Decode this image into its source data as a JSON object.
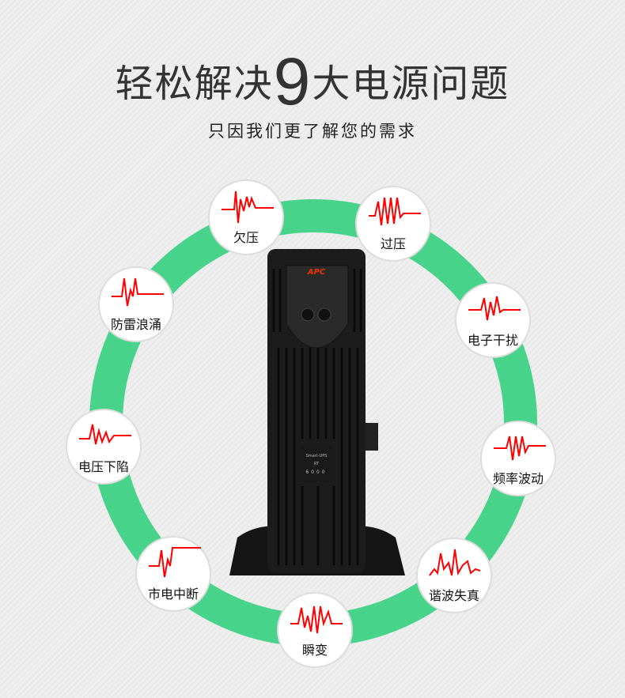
{
  "title": {
    "before": "轻松解决",
    "number": "9",
    "after": "大电源问题"
  },
  "subtitle": "只因我们更了解您的需求",
  "colors": {
    "ring": "#47d38a",
    "wave": "#ff0000",
    "text": "#333333"
  },
  "problems": [
    {
      "label": "欠压"
    },
    {
      "label": "过压"
    },
    {
      "label": "电子干扰"
    },
    {
      "label": "频率波动"
    },
    {
      "label": "谐波失真"
    },
    {
      "label": "瞬变"
    },
    {
      "label": "市电中断"
    },
    {
      "label": "电压下陷"
    },
    {
      "label": "防雷浪涌"
    }
  ],
  "ups": {
    "brand": "APC",
    "model": "Smart-UPS",
    "series": "RT",
    "capacity": "6000"
  }
}
